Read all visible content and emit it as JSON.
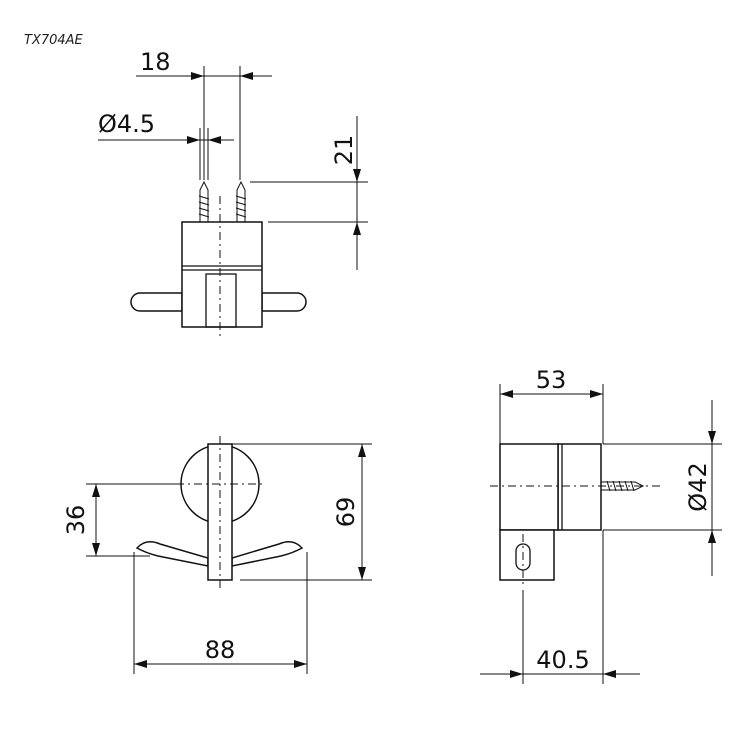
{
  "model_code": "TX704AE",
  "dimensions": {
    "top_width": "18",
    "screw_diameter": "Ø4.5",
    "screw_length": "21",
    "hook_height": "36",
    "overall_height": "69",
    "overall_width": "88",
    "side_depth": "53",
    "base_diameter": "Ø42",
    "hook_projection": "40.5"
  }
}
